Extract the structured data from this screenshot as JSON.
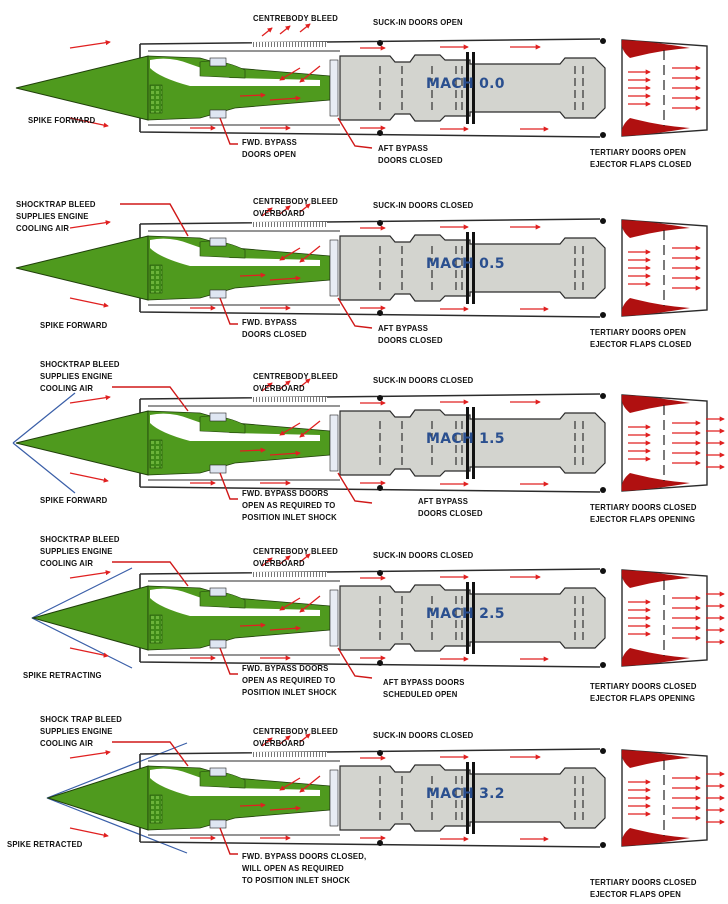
{
  "diagram": {
    "subject": "Variable-geometry supersonic inlet and ejector nozzle operation across Mach numbers",
    "colors": {
      "spike_green": "#4f9a1e",
      "engine_grey": "#d3d4cf",
      "nacelle_line": "#2b2b2b",
      "airflow_red": "#e02020",
      "ejector_flap_red": "#b01010",
      "mach_label_blue": "#2a4f8f",
      "shock_line_blue": "#3a5fa8",
      "leader_red": "#d01818"
    },
    "panels": [
      {
        "mach_label": "MACH 0.0",
        "shock_lines": false,
        "spike_state": "forward",
        "labels": {
          "shocktrap": "",
          "spike": "SPIKE FORWARD",
          "centrebody": "CENTREBODY BLEED",
          "fwd_bypass": "FWD. BYPASS\nDOORS OPEN",
          "aft_bypass": "AFT BYPASS\nDOORS CLOSED",
          "suckin": "SUCK-IN DOORS OPEN",
          "tertiary": "TERTIARY DOORS OPEN\nEJECTOR FLAPS CLOSED"
        }
      },
      {
        "mach_label": "MACH 0.5",
        "shock_lines": false,
        "spike_state": "forward",
        "labels": {
          "shocktrap": "SHOCKTRAP BLEED\nSUPPLIES ENGINE\nCOOLING AIR",
          "spike": "SPIKE FORWARD",
          "centrebody": "CENTREBODY BLEED\nOVERBOARD",
          "fwd_bypass": "FWD. BYPASS\nDOORS CLOSED",
          "aft_bypass": "AFT BYPASS\nDOORS CLOSED",
          "suckin": "SUCK-IN DOORS CLOSED",
          "tertiary": "TERTIARY DOORS OPEN\nEJECTOR FLAPS CLOSED"
        }
      },
      {
        "mach_label": "MACH 1.5",
        "shock_lines": true,
        "spike_state": "forward",
        "labels": {
          "shocktrap": "SHOCKTRAP BLEED\nSUPPLIES ENGINE\nCOOLING AIR",
          "spike": "SPIKE FORWARD",
          "centrebody": "CENTREBODY BLEED\nOVERBOARD",
          "fwd_bypass": "FWD. BYPASS DOORS\nOPEN AS REQUIRED TO\nPOSITION INLET SHOCK",
          "aft_bypass": "AFT BYPASS\nDOORS CLOSED",
          "suckin": "SUCK-IN DOORS CLOSED",
          "tertiary": "TERTIARY DOORS CLOSED\nEJECTOR FLAPS OPENING"
        }
      },
      {
        "mach_label": "MACH 2.5",
        "shock_lines": true,
        "spike_state": "retracting",
        "labels": {
          "shocktrap": "SHOCKTRAP BLEED\nSUPPLIES ENGINE\nCOOLING AIR",
          "spike": "SPIKE RETRACTING",
          "centrebody": "CENTREBODY BLEED\nOVERBOARD",
          "fwd_bypass": "FWD. BYPASS DOORS\nOPEN AS REQUIRED TO\nPOSITION INLET SHOCK",
          "aft_bypass": "AFT BYPASS DOORS\nSCHEDULED OPEN",
          "suckin": "SUCK-IN DOORS CLOSED",
          "tertiary": "TERTIARY DOORS CLOSED\nEJECTOR FLAPS OPENING"
        }
      },
      {
        "mach_label": "MACH 3.2",
        "shock_lines": true,
        "spike_state": "retracted",
        "labels": {
          "shocktrap": "SHOCK TRAP BLEED\nSUPPLIES ENGINE\nCOOLING AIR",
          "spike": "SPIKE RETRACTED",
          "centrebody": "CENTREBODY BLEED\nOVERBOARD",
          "fwd_bypass": "FWD. BYPASS DOORS CLOSED,\nWILL OPEN AS REQUIRED\nTO POSITION INLET SHOCK",
          "aft_bypass": "",
          "suckin": "SUCK-IN DOORS CLOSED",
          "tertiary": "TERTIARY DOORS CLOSED\nEJECTOR FLAPS OPEN"
        }
      }
    ]
  }
}
